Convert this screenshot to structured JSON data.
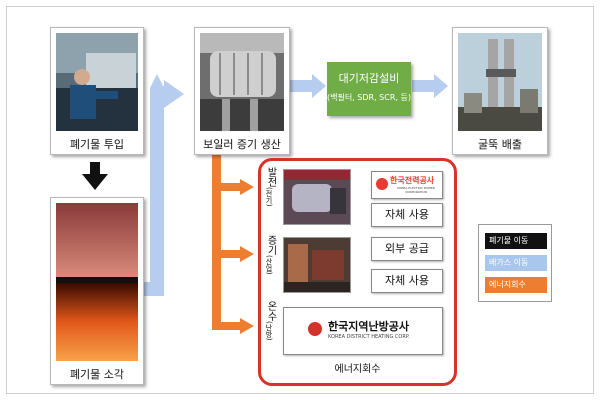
{
  "steps": {
    "waste_input": "폐기물 투입",
    "waste_incineration": "폐기물 소각",
    "boiler_steam": "보일러 증기 생산",
    "chimney": "굴뚝 배출"
  },
  "air_pollution": {
    "title": "대기저감설비",
    "subtitle": "(백필터, SDR, SCR, 등)"
  },
  "energy_recovery": {
    "title": "에너지회수",
    "power": {
      "label_main": "발전",
      "label_sub": "(전기)",
      "logo_text": "한국전력공사",
      "logo_sub": "KOREA ELECTRIC POWER CORPORATION",
      "self_use": "자체 사용"
    },
    "steam": {
      "label_main": "증기",
      "label_sub": "(산업)",
      "external": "외부 공급",
      "self_use": "자체 사용"
    },
    "heating": {
      "label_main": "온수",
      "label_sub": "(난방)",
      "logo_text": "한국지역난방공사",
      "logo_sub": "KOREA DISTRICT HEATING CORP."
    }
  },
  "legend": {
    "items": [
      {
        "label": "폐기물 이동",
        "color": "#111111"
      },
      {
        "label": "배가스 이동",
        "color": "#a9c6ee"
      },
      {
        "label": "에너지회수",
        "color": "#ed7d31"
      }
    ]
  }
}
